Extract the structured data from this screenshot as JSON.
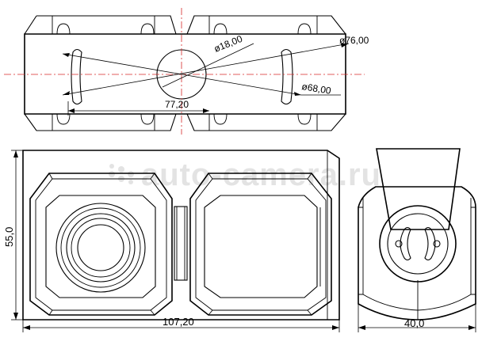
{
  "top_view": {
    "dim_diameter_18": "ø18,00",
    "dim_diameter_76": "ø76,00",
    "dim_diameter_68": "ø68,00",
    "dim_width_77": "77,20"
  },
  "front_view": {
    "dim_height": "55,0",
    "dim_width": "107,20"
  },
  "side_view": {
    "dim_width": "40,0"
  },
  "watermark": "auto-camera.ru",
  "colors": {
    "line": "#000000",
    "centerline": "#d62828",
    "watermark": "#e3e3e3"
  }
}
